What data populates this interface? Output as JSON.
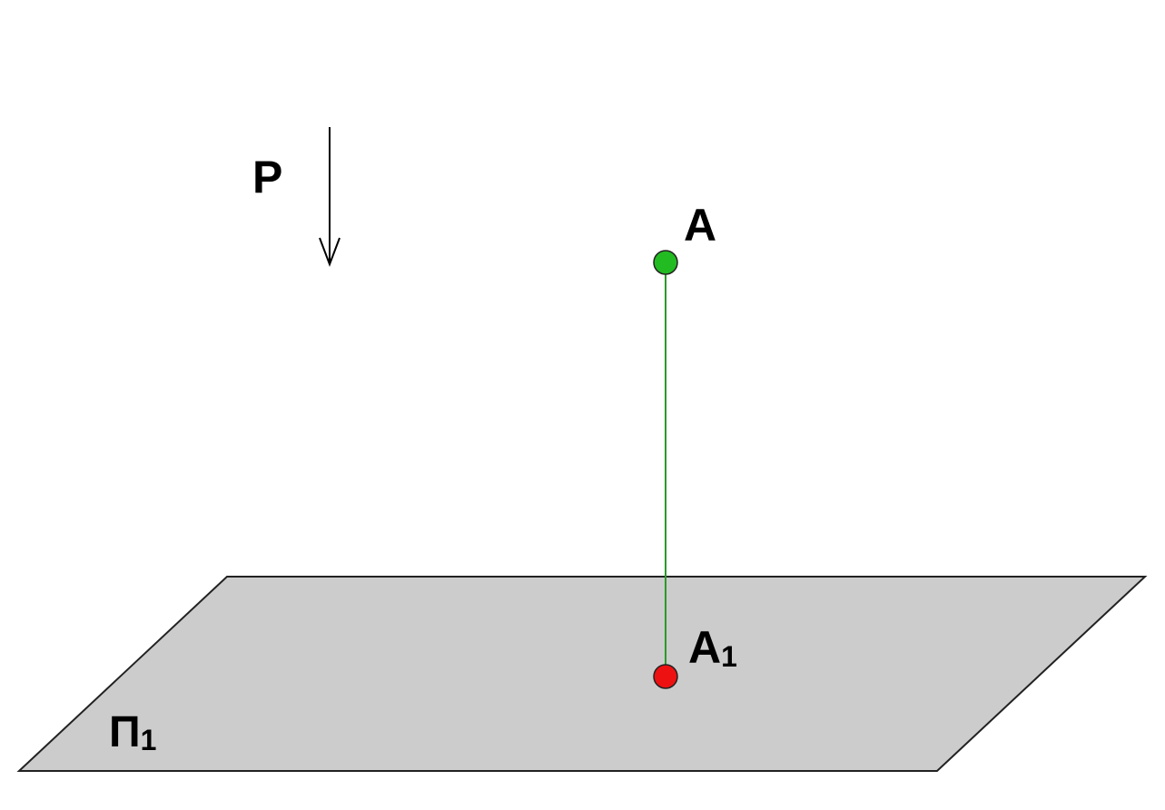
{
  "labels": {
    "direction": "P",
    "point": "A",
    "projection_main": "A",
    "projection_sub": "1",
    "plane_main": "Π",
    "plane_sub": "1"
  },
  "colors": {
    "plane_fill": "#cccccc",
    "point_a": "#22bb22",
    "point_a1": "#ee1111",
    "projector_line": "#2a9a2a",
    "outline": "#222222"
  }
}
